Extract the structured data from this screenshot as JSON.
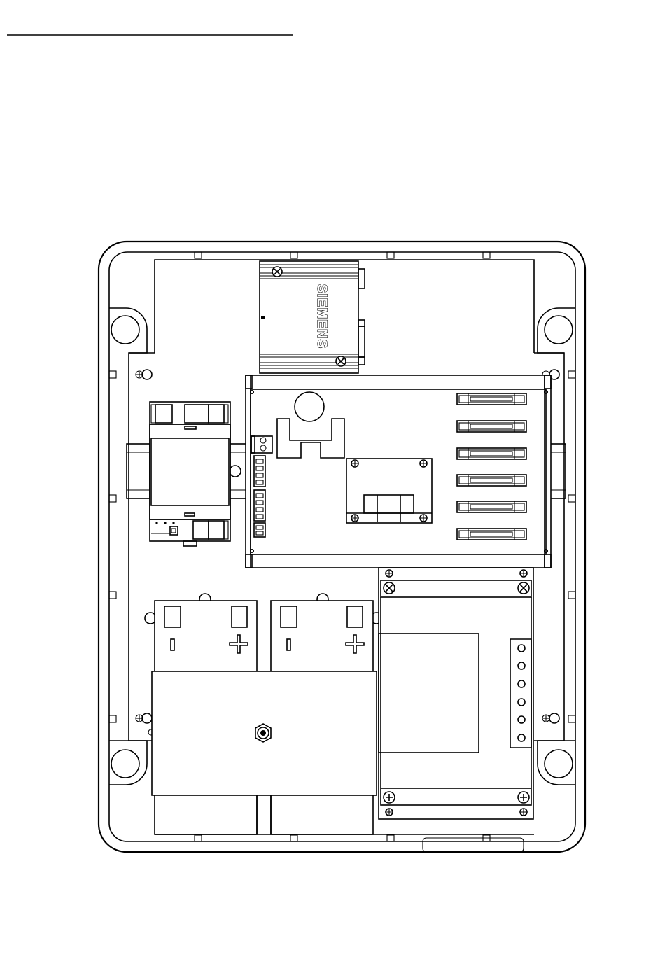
{
  "title": "",
  "modem": {
    "brand": "SIEMENS"
  },
  "battery_left": {
    "neg_symbol": "I",
    "pos_symbol": "+"
  },
  "battery_right": {
    "neg_symbol": "I",
    "pos_symbol": "+"
  },
  "colors": {
    "line": "#000000",
    "background": "#ffffff"
  }
}
